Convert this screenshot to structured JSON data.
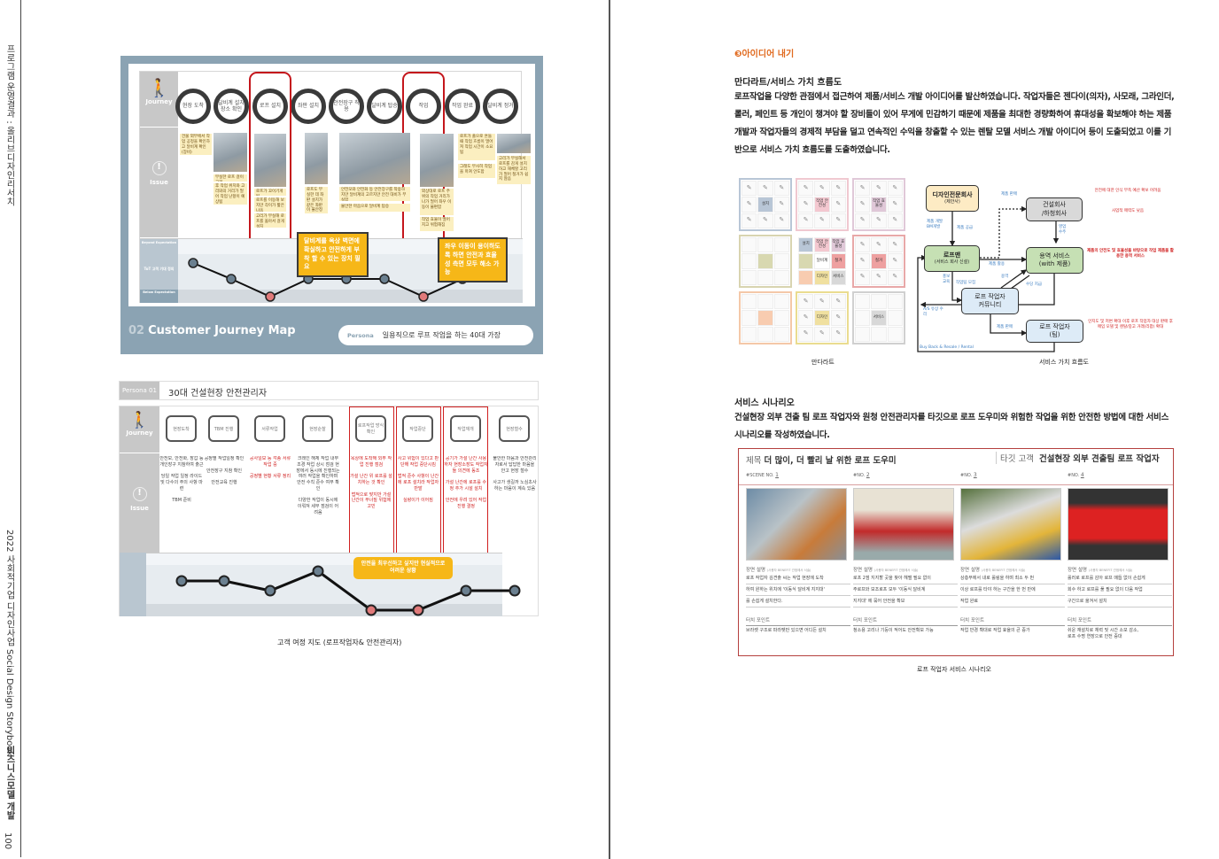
{
  "margin": {
    "top_label": "프로그램 운영결과 : 올리브디자인리서치",
    "bottom_label": "2022 사회적기업 디자인사업 Social Design Storybook",
    "section_label": "비즈니스모델 개발",
    "page_number": "100"
  },
  "cjm1": {
    "row_journey": "Journey",
    "row_issue": "Issue",
    "row_beyond": "Beyond Expectation",
    "row_tot": "ToT 고객 기대 정의",
    "row_below": "Below Expectation",
    "stages": [
      "현장 도착",
      "달비계 설치장소 확인",
      "로프 설치",
      "좌판 설치",
      "안전장구 착용",
      "달비계 탑승",
      "작업",
      "작업 완료",
      "달비계 정거"
    ],
    "notes": [
      "건물 외부에서 작업 공정을 확인하고 달비계 확인(장비)",
      "부실한 로프 걸이 고리",
      "후 작업 위치와 고리와의 거리가 멀어 작업 난항이 예상됨",
      "로프가 꼬이기게 됨",
      "로프를 이동해 보지만 각이가 짧은 나옴",
      "고리가 부실해 로프를 옮아서 걸게 설치",
      "로프도 부실한 데 좌판 설치가 같은 좌판이 불안정",
      "안전모와 안전화 등 안전장구를 착용하지만 달비계의 고르지만 안전 대비가 부실함",
      "불안한 마음으로 달비계 탑승",
      "외상대로 로프 주위의 작업 거리가 나가 멀어 좌우 이동이 불편함",
      "작업 효율이 떨어지고 위험해짐",
      "로프가 풀으로 흔들 때 작업 흐름이 멀어져 작업 시간이 소요됨",
      "그래도 무사히 작업을 마쳐 안도함",
      "고리가 부실해서 로프를 감게 설치하고 해체할 고리가 멀어 철거가 쉽지 않음"
    ],
    "callouts": [
      "달비계를 옥상 벽면에 확실하고 안전하게 부착 할 수 있는 장치 필요",
      "좌우 이동이 용이하도록 하면 안전과 효율성 측면 모두 해소 가능"
    ],
    "emotion_levels": [
      2,
      1,
      0,
      1,
      1,
      1,
      0,
      1,
      2
    ],
    "emotion_critical": [
      false,
      false,
      true,
      false,
      false,
      false,
      true,
      false,
      false
    ],
    "title_num": "02",
    "title": "Customer Journey Map",
    "persona_label": "Persona",
    "persona_text": "일용직으로 루프 작업을 하는 40대 가장"
  },
  "cjm2": {
    "persona_tag": "Persona 01",
    "persona_title": "30대 건설현장 안전관리자",
    "row_journey": "Journey",
    "row_issue": "Issue",
    "stages": [
      "현장도착",
      "TBM 진행",
      "서류작업",
      "현장순찰",
      "로프작업 방식확인",
      "작업중단",
      "작업재개",
      "현장철수"
    ],
    "issues": [
      {
        "text": "안전모, 안전화, 장갑 등 개인장구 지참하여 출근\n\n당일 작업 일정 라이드 및 다수의 주의 사항 마련\n\nTBM 준비",
        "red": false
      },
      {
        "text": "공정별 작업일정 확인\n\n안전장구 지참 확인\n\n안전교육 진행",
        "red": false
      },
      {
        "text": "공사일보 등 각종 서류작업 중\n\n공정별 현황 서류 정리",
        "red": true
      },
      {
        "text": "크레인 해체 작업 내부 조경 작업 상시 점검 현장에서 동시에 진행되는 여러 작업을 확인하며 안전 수칙 준수 여부 확인\n\n다양한 작업이 동시에 이뤄져 세부 점검이 어려움",
        "red": false
      },
      {
        "text": "옥상에 도착해 외부 작업 진행 점검\n\n가설 난간 위 로프를 설치하는 것 확인\n\n법적으로 맞지만 가설 난간이 무너질 위험에 고민",
        "red": true
      },
      {
        "text": "사고 위험이 있다고 판단해 작업 중단시킴\n\n법적 준수 사항이 난간에 로프 설치라 작업자 반발\n\n실랑이가 이어짐",
        "red": true
      },
      {
        "text": "공기가 가설 난간 사용하자 현장소장도 작업자들 의견에 동조\n\n가설 난간에 로프를 수정 추가 시설 설치\n\n안전에 우려 있어 작업 진행 결정",
        "red": true
      },
      {
        "text": "불안한 마음과 안전관리자로서 답답한 마음을 안고 현장 철수\n\n사고가 생길까 노심초사하는 마음이 계속 있음",
        "red": false
      }
    ],
    "callout": "안전을 최우선하고 싶지만 현실적으로 어려운 상황",
    "emotion_levels": [
      1.5,
      1.5,
      1,
      2,
      0,
      0,
      1,
      1
    ],
    "emotion_critical": [
      false,
      false,
      false,
      false,
      true,
      true,
      false,
      false
    ],
    "caption": "고객 여정 지도 (로프작업자& 안전관리자)"
  },
  "right": {
    "section_num": "❸",
    "section_title": "아이디어 내기",
    "sub1": "만다라트/서비스 가치 흐름도",
    "para1": "로프작업을 다양한 관점에서 접근하여 제품/서비스 개발 아이디어를 발산하였습니다. 작업자들은 젠다이(의자), 사모래, 그라인더, 롤러, 페인트 등 개인이 챙겨야 할 장비들이 있어 무게에 민감하기 때문에 제품을 최대한 경량화하여 휴대성을 확보해야 하는 제품 개발과 작업자들의 경제적 부담을 덜고 연속적인 수익을 창출할 수 있는 렌탈 모델 서비스 개발 아이디어 등이 도출되었고 이를 기반으로 서비스 가치 흐름도를 도출하였습니다.",
    "mandalart_caption": "만다라트",
    "mandalart_center": [
      "설치",
      "작업 안전성",
      "작업 효율성",
      "",
      "달비계",
      "철거",
      "",
      "디자인",
      "서비스"
    ],
    "flow_caption": "서비스 가치 흐름도",
    "flow": {
      "design_co": "디자인전문회사",
      "design_co_sub": "(제안사)",
      "construction": "건설회사\n/하청회사",
      "ropeman": "로프맨",
      "ropeman_sub": "(서비스 회사 신설)",
      "service": "용역 서비스\n(with 제품)",
      "community": "로프 작업자\n커뮤니티",
      "worker": "로프 작업자\n(팀)",
      "labels": [
        "제품 판매",
        "제품 개발 BM개발",
        "제품 공급",
        "영업 수주",
        "제품 활용",
        "홍보 교육",
        "작업팀 모집",
        "용역",
        "수당 지급",
        "A/S 유상 수리",
        "제품 판매",
        "Buy Back & Resale / Rental"
      ],
      "notes": [
        "안전에 대한 인식 부족 예산 확보 어려움",
        "사업적 매력도 낮음",
        "제품의 안전도 및 효율성을 바탕으로 작업 제품을 활용한 용역 서비스",
        "인지도 및 저변 확대 이후 로프 작업자 대상 판매 후 매입 모델 및 렌탈/중고 거래(리팝) 확대"
      ]
    },
    "sub2": "서비스 시나리오",
    "para2": "건설현장 외부 견출 팀 로프 작업자와 원청 안전관리자를 타깃으로 로프 도우미와 위험한 작업을 위한 안전한 방법에 대한 서비스 시나리오를 작성하였습니다.",
    "scenario": {
      "title_label": "제목",
      "title": "더 많이, 더 빨리 날 위한 로프 도우미",
      "target_label": "타깃 고객",
      "target": "건설현장 외부 견출팀 로프 작업자",
      "scene_desc_label": "장면 설명",
      "scene_desc_note": "(사용자 BENEFIT 관점에서 서술)",
      "touch_label": "터치 포인트",
      "scenes": [
        {
          "no_prefix": "#SCENE NO.",
          "no": "1",
          "desc": [
            "로프 작업자 김견출 씨는 작업 현장에 도착",
            "하여 원하는 위치에 '이동식 달비계 지지대'",
            "를 손쉽게 설치한다."
          ],
          "touch": "브라켓 구조로 파라펫만 있으면 어디든 설치"
        },
        {
          "no_prefix": "#NO.",
          "no": "2",
          "desc": [
            "로프 2점 지지할 곳을 찾아 헤맬 필요 없이",
            "주로프와 보조로프 모두 '이동식 달비계",
            "지지대' 에 묶어 안전을 확보"
          ],
          "touch": "청소용 고리나 기둥이 적어도 안전확보 가능"
        },
        {
          "no_prefix": "#NO.",
          "no": "3",
          "desc": [
            "상층부에서 내로 롤링을 하며 최소 두 번",
            "이상 로프를 타야 하는 구간을 한 번 만에",
            "작업 완료"
          ],
          "touch": "작업 반경 확대로 작업 효율의 큰 증가"
        },
        {
          "no_prefix": "#NO.",
          "no": "4",
          "desc": [
            "롤러로 로프를 감아 로프 매듭 없이 손쉽게",
            "회수 하고 로프를 풀 필요 없이 다음 작업",
            "구간으로 옮겨서 설치"
          ],
          "touch": "쉬운 재설치로 체력 및 시간 소모 감소,\n로프 수명 연장으로 안전 증대"
        }
      ]
    },
    "scenario_caption": "로프 작업자 서비스 시나리오"
  },
  "colors": {
    "accent_orange": "#e06a1f",
    "red": "#c4161c",
    "cjm_frame": "#8ba3b3",
    "callout_yellow": "#f6b718"
  }
}
